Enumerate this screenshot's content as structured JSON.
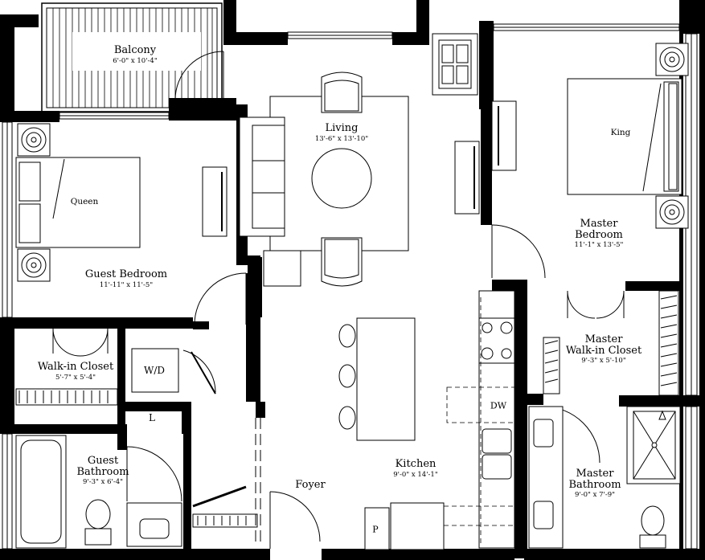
{
  "rooms": {
    "balcony": {
      "name": "Balcony",
      "dims": "6'-0\" x 10'-4\""
    },
    "living": {
      "name": "Living",
      "dims": "13'-6\" x 13'-10\""
    },
    "guest_bedroom": {
      "name": "Guest Bedroom",
      "dims": "11'-11\" x 11'-5\""
    },
    "walkin_closet": {
      "name": "Walk-in Closet",
      "dims": "5'-7\" x 5'-4\""
    },
    "guest_bathroom": {
      "name_l1": "Guest",
      "name_l2": "Bathroom",
      "dims": "9'-3\" x 6'-4\""
    },
    "master_bedroom": {
      "name_l1": "Master",
      "name_l2": "Bedroom",
      "dims": "11'-1\" x 13'-5\""
    },
    "master_walkin": {
      "name_l1": "Master",
      "name_l2": "Walk-in Closet",
      "dims": "9'-3\" x 5'-10\""
    },
    "master_bathroom": {
      "name_l1": "Master",
      "name_l2": "Bathroom",
      "dims": "9'-0\" x 7'-9\""
    },
    "kitchen": {
      "name": "Kitchen",
      "dims": "9'-0\" x 14'-1\""
    },
    "foyer": {
      "name": "Foyer"
    }
  },
  "fixtures": {
    "queen": "Queen",
    "king": "King",
    "washer_dryer": "W/D",
    "linen": "L",
    "dishwasher": "DW",
    "pantry": "P"
  }
}
